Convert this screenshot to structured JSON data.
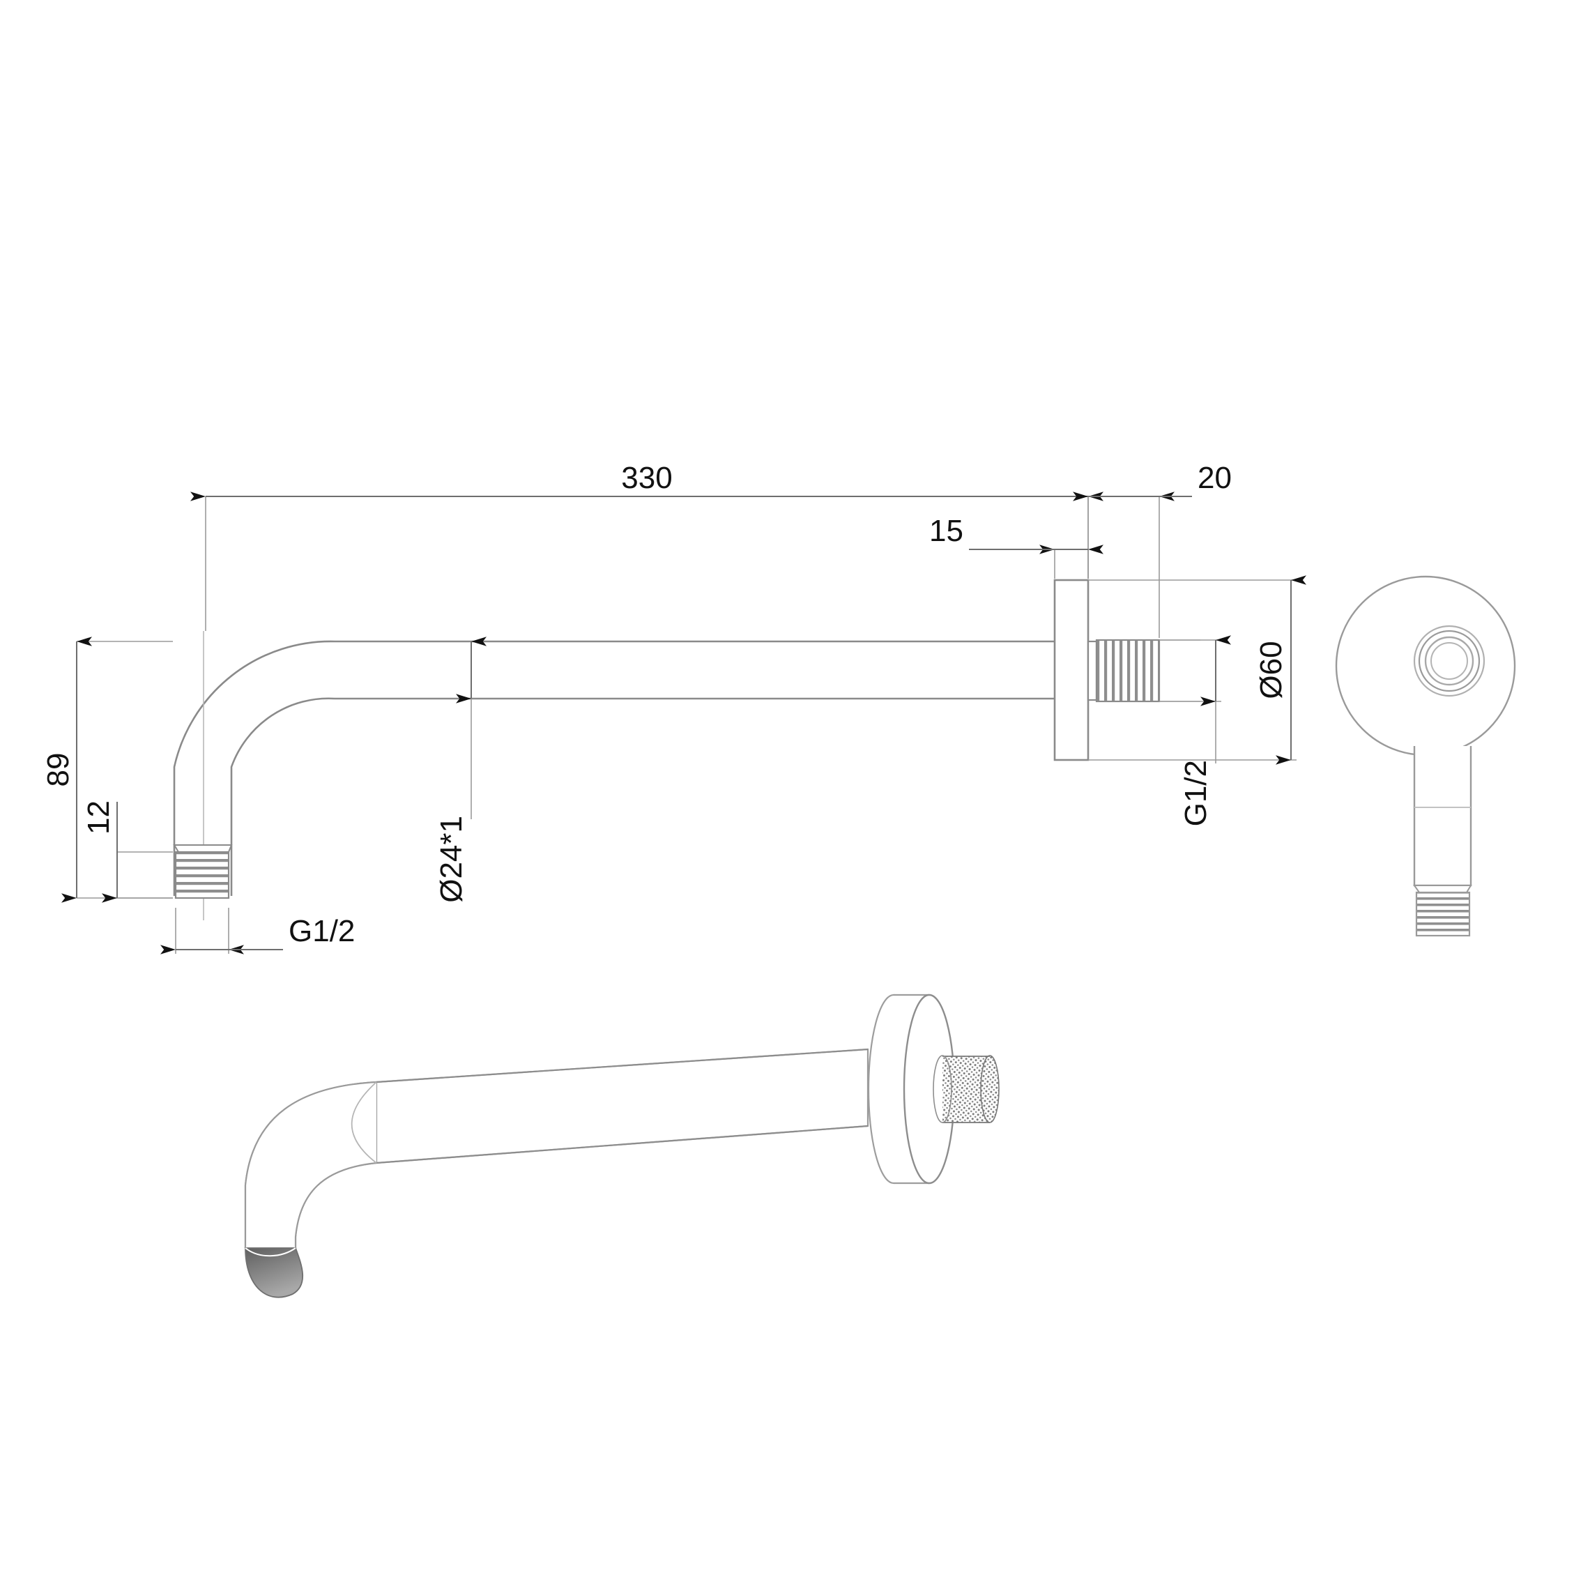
{
  "drawing": {
    "kind": "technical-drawing",
    "subject": "wall-mounted shower arm",
    "background_color": "#ffffff",
    "line_color": "#9a9a9a",
    "outline_color": "#7d7d7d",
    "text_color": "#111111",
    "thread_color": "#8c8c8c"
  },
  "views": {
    "section": {
      "name": "side-section-view"
    },
    "front": {
      "name": "front-view"
    },
    "iso": {
      "name": "isometric-view"
    }
  },
  "dimensions": {
    "overall_length": "330",
    "flange_to_thread_end": "20",
    "flange_thickness": "15",
    "drop_height": "89",
    "outlet_thread_length": "12",
    "tube_diameter": "Ø24*1",
    "flange_diameter": "Ø60",
    "wall_thread_size": "G1/2",
    "outlet_thread_size": "G1/2"
  }
}
